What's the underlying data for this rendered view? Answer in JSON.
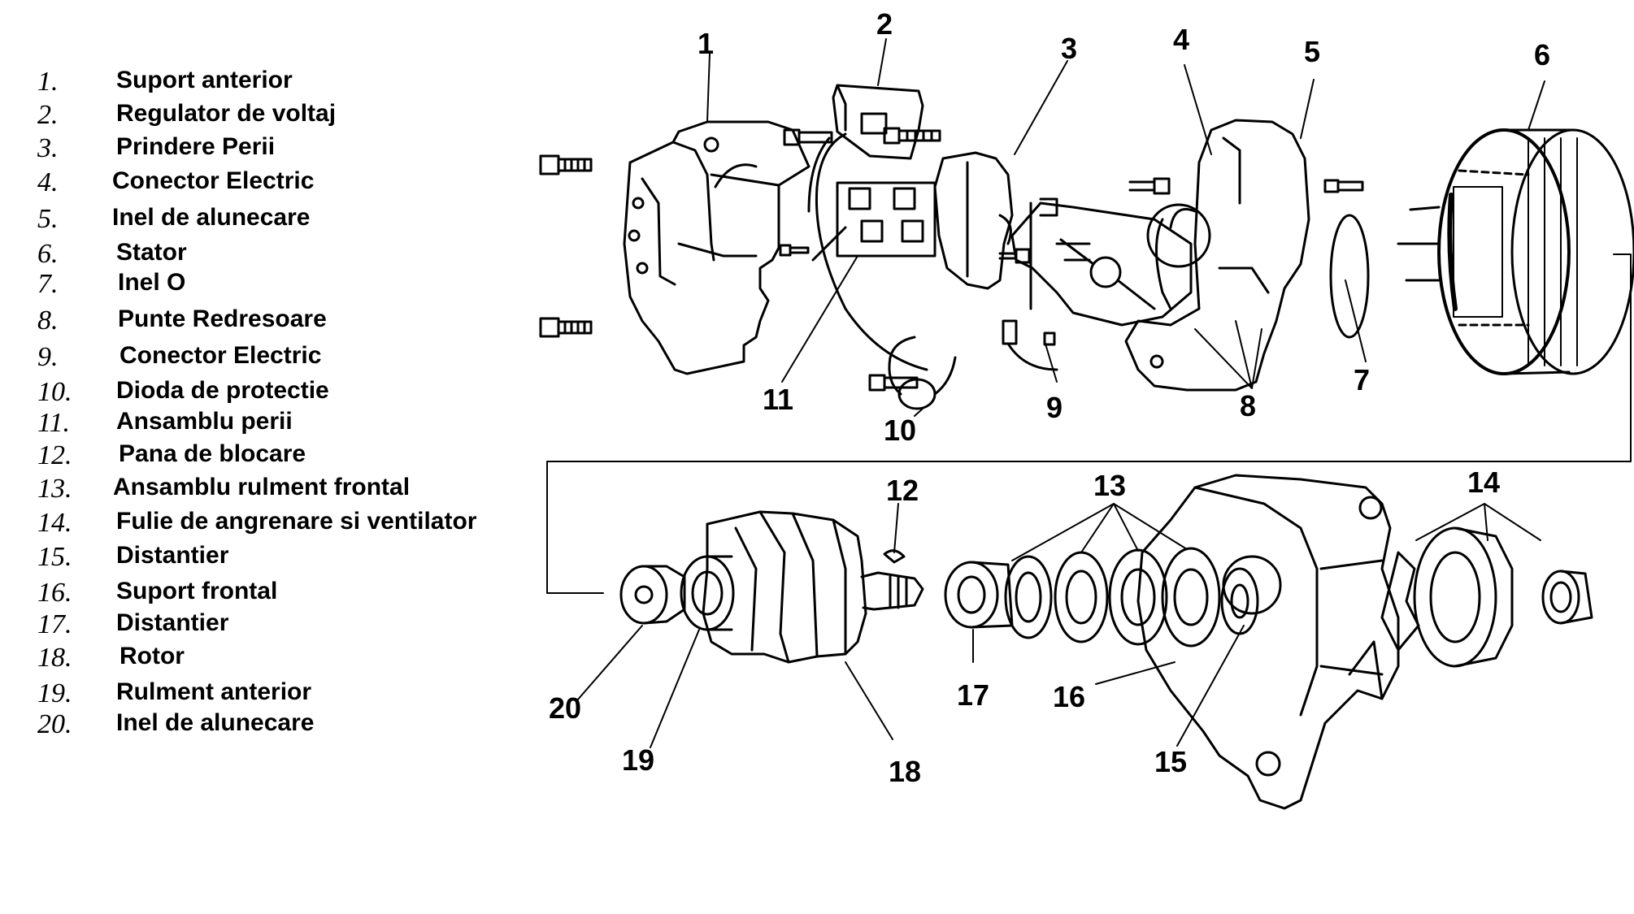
{
  "legend": [
    {
      "num": "1.",
      "label": "Suport anterior"
    },
    {
      "num": "2.",
      "label": "Regulator de voltaj"
    },
    {
      "num": "3.",
      "label": "Prindere Perii"
    },
    {
      "num": "4.",
      "label": "Conector Electric"
    },
    {
      "num": "5.",
      "label": "Inel de alunecare"
    },
    {
      "num": "6.",
      "label": "Stator"
    },
    {
      "num": "7.",
      "label": "Inel O"
    },
    {
      "num": "8.",
      "label": "Punte Redresoare"
    },
    {
      "num": "9.",
      "label": "Conector Electric"
    },
    {
      "num": "10.",
      "label": "Dioda de protectie"
    },
    {
      "num": "11.",
      "label": "Ansamblu perii"
    },
    {
      "num": "12.",
      "label": "Pana de blocare"
    },
    {
      "num": "13.",
      "label": "Ansamblu rulment frontal"
    },
    {
      "num": "14.",
      "label": "Fulie de angrenare si ventilator"
    },
    {
      "num": "15.",
      "label": "Distantier"
    },
    {
      "num": "16.",
      "label": "Suport frontal"
    },
    {
      "num": "17.",
      "label": "Distantier"
    },
    {
      "num": "18.",
      "label": "Rotor"
    },
    {
      "num": "19.",
      "label": "Rulment anterior"
    },
    {
      "num": "20.",
      "label": "Inel de alunecare"
    }
  ],
  "callouts": [
    "1",
    "2",
    "3",
    "4",
    "5",
    "6",
    "7",
    "8",
    "9",
    "10",
    "11",
    "12",
    "13",
    "14",
    "15",
    "16",
    "17",
    "18",
    "19",
    "20"
  ],
  "colors": {
    "ink": "#000000",
    "paper": "#ffffff",
    "shade": "#222222"
  }
}
